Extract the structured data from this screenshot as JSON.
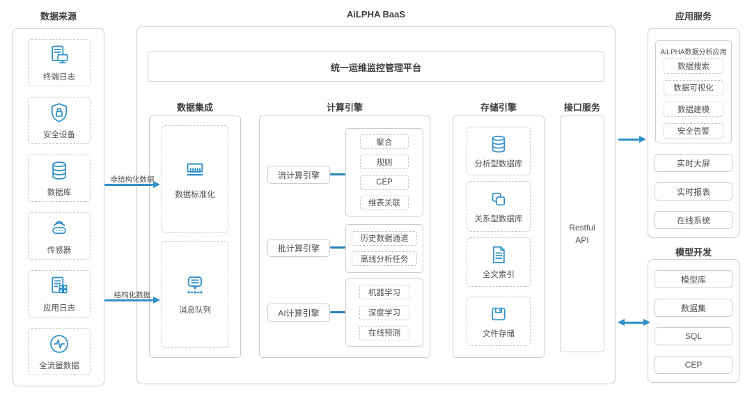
{
  "accent_color": "#2f8fc9",
  "data_sources": {
    "title": "数据来源",
    "items": [
      {
        "label": "终端日志",
        "icon": "terminal-log-icon"
      },
      {
        "label": "安全设备",
        "icon": "security-device-icon"
      },
      {
        "label": "数据库",
        "icon": "database-icon"
      },
      {
        "label": "传感器",
        "icon": "sensor-icon"
      },
      {
        "label": "应用日志",
        "icon": "app-log-icon"
      },
      {
        "label": "全流量数据",
        "icon": "traffic-data-icon"
      }
    ]
  },
  "platform": {
    "title": "AiLPHA BaaS",
    "ops_banner": "统一运维监控管理平台",
    "data_integration": {
      "title": "数据集成",
      "items": [
        {
          "label": "数据标准化",
          "icon": "standardization-icon"
        },
        {
          "label": "消息队列",
          "icon": "message-queue-icon"
        }
      ]
    },
    "compute": {
      "title": "计算引擎",
      "groups": [
        {
          "engine": "流计算引擎",
          "items": [
            "聚合",
            "规则",
            "CEP",
            "维表关联"
          ]
        },
        {
          "engine": "批计算引擎",
          "items": [
            "历史数据通道",
            "离线分析任务"
          ]
        },
        {
          "engine": "AI计算引擎",
          "items": [
            "机器学习",
            "深度学习",
            "在线预测"
          ]
        }
      ]
    },
    "storage": {
      "title": "存储引擎",
      "items": [
        {
          "label": "分析型数据库",
          "icon": "analytic-db-icon"
        },
        {
          "label": "关系型数据库",
          "icon": "relational-db-icon"
        },
        {
          "label": "全文索引",
          "icon": "fulltext-index-icon"
        },
        {
          "label": "文件存储",
          "icon": "file-storage-icon"
        }
      ]
    },
    "api": {
      "title": "接口服务",
      "label": "Restful API"
    }
  },
  "app_services": {
    "title": "应用服务",
    "analytics_app": {
      "title": "AiLPHA数据分析应用",
      "items": [
        "数据搜索",
        "数据可视化",
        "数据建模",
        "安全告警"
      ]
    },
    "items": [
      "实时大屏",
      "实时报表",
      "在线系统"
    ]
  },
  "model_dev": {
    "title": "模型开发",
    "items": [
      "模型库",
      "数据集",
      "SQL",
      "CEP"
    ]
  },
  "flows": {
    "unstructured": "非结构化数据",
    "structured": "结构化数据"
  }
}
